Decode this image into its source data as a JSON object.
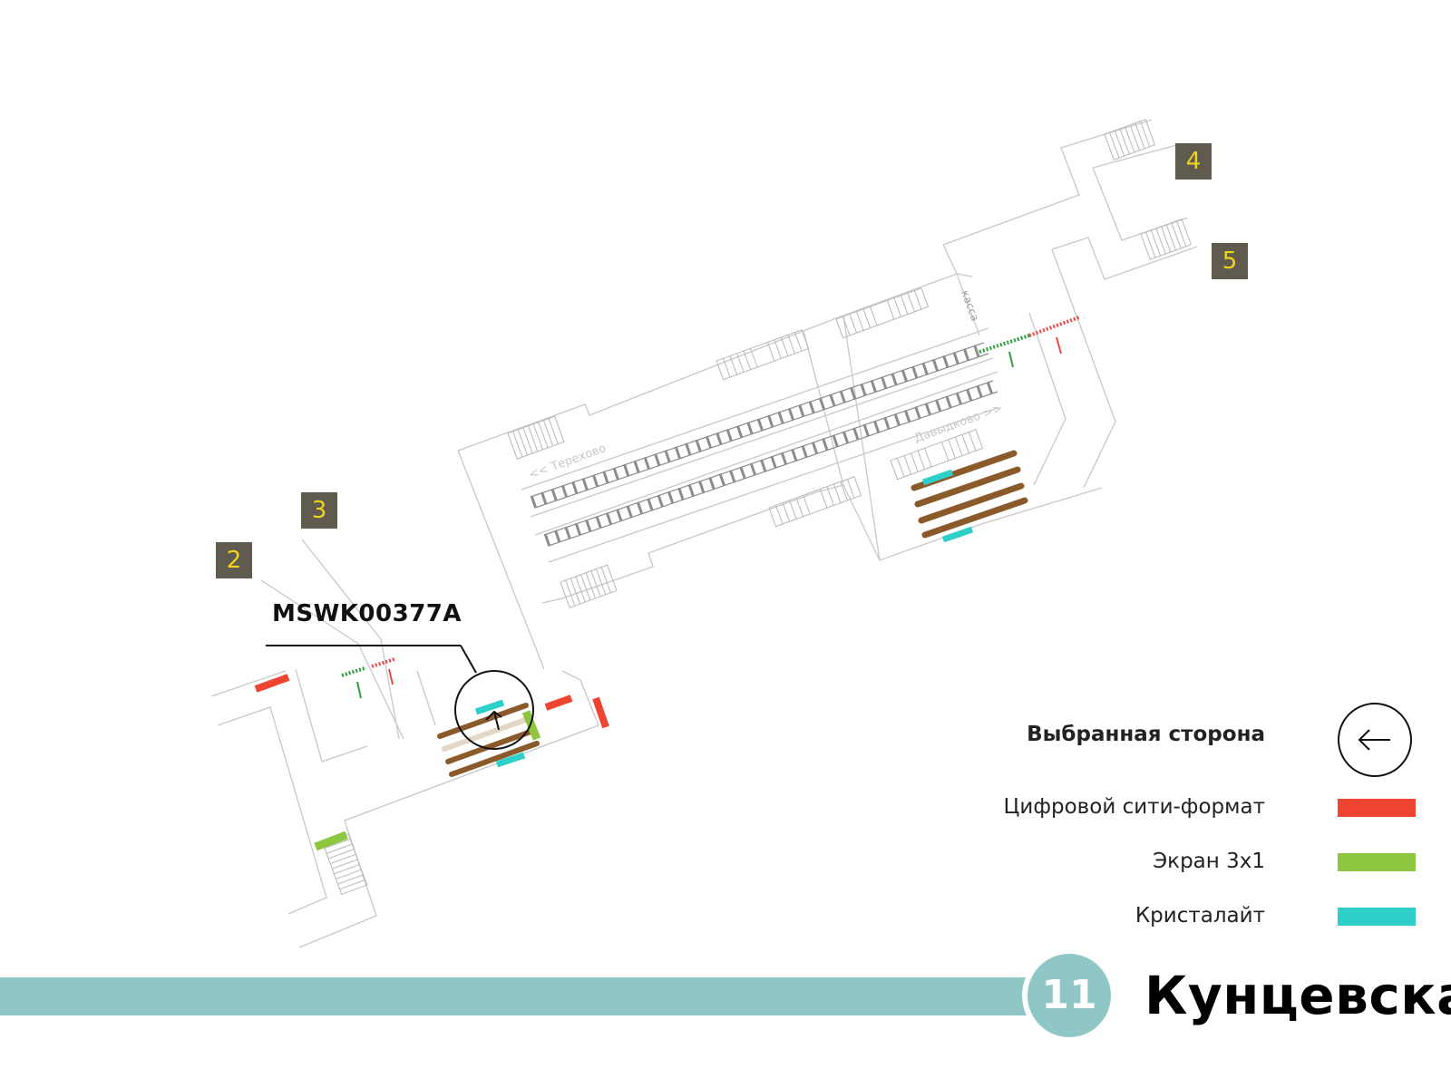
{
  "station": {
    "name": "Кунцевская",
    "line_number": "11",
    "line_color": "#8fc6c6"
  },
  "exits": [
    {
      "label": "2"
    },
    {
      "label": "3"
    },
    {
      "label": "4"
    },
    {
      "label": "5"
    }
  ],
  "map_labels": {
    "direction_left": "<< Терехово",
    "direction_right": "Давыдково >>",
    "ticket_office": "касса",
    "panel_code": "MSWK00377A"
  },
  "legend": {
    "selected_side": "Выбранная сторона",
    "items": [
      {
        "label": "Цифровой сити-формат",
        "color": "#ef4432"
      },
      {
        "label": "Экран 3x1",
        "color": "#8dc63f"
      },
      {
        "label": "Кристалайт",
        "color": "#2ecfc9"
      }
    ]
  }
}
